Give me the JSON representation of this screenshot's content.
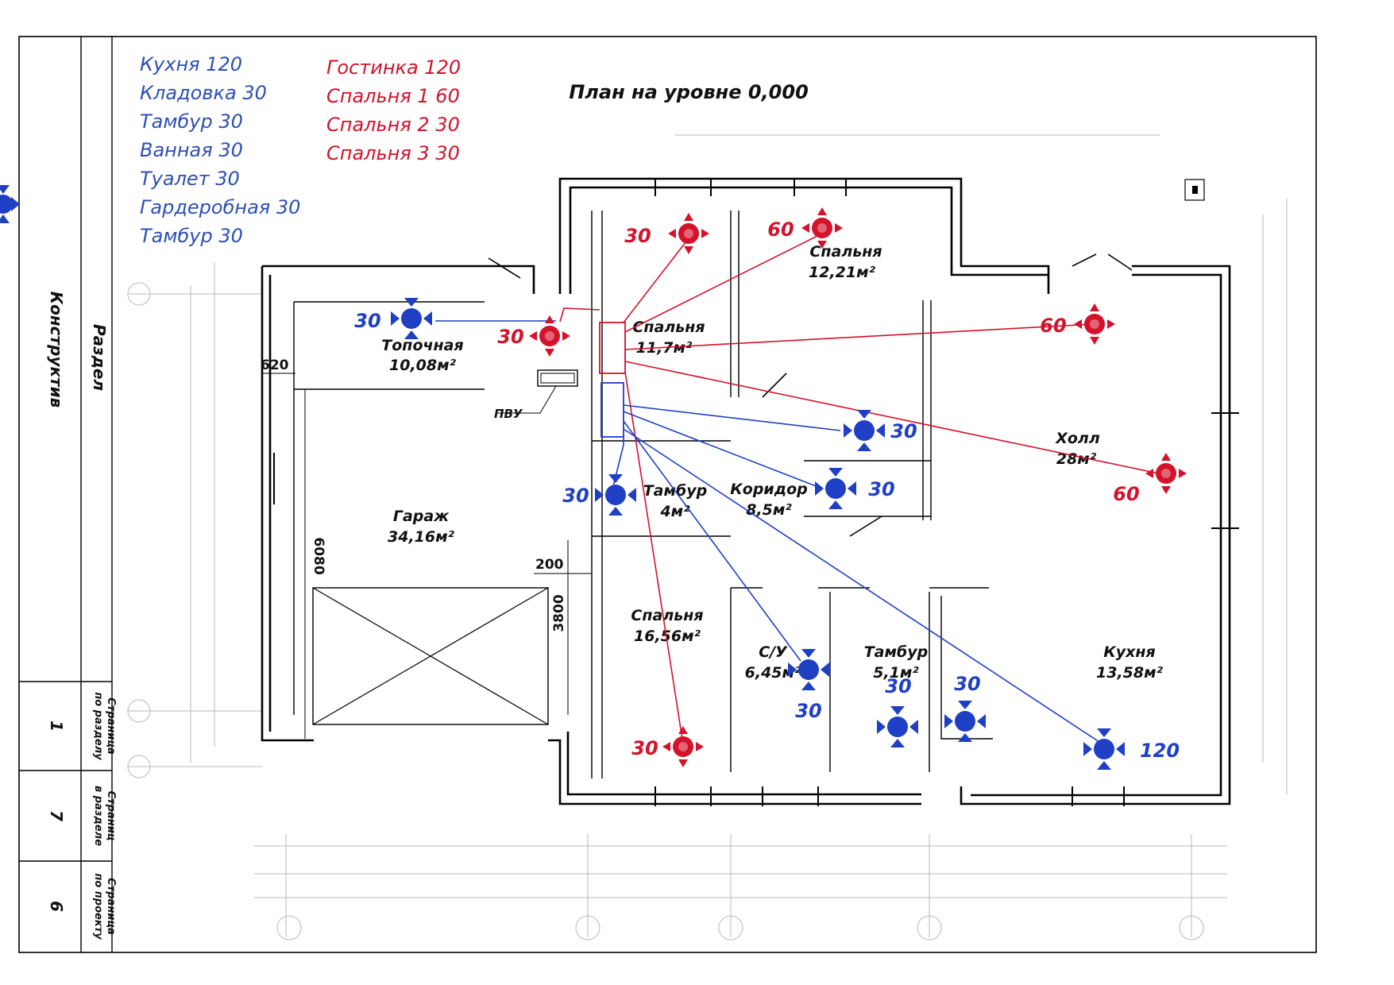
{
  "title": "План на уровне 0,000",
  "legend_supply": [
    "Кухня 120",
    "Кладовка 30",
    "Тамбур 30",
    "Ванная 30",
    "Туалет 30",
    "Гардеробная 30",
    "Тамбур 30"
  ],
  "legend_room": [
    "Гостинка 120",
    "Спальня 1 60",
    "Спальня 2 30",
    "Спальня 3 30"
  ],
  "title_block": {
    "konstruktiv": "Конструктив",
    "razdel": "Раздел",
    "cols": [
      {
        "label": "Страница по разделу",
        "value": "1"
      },
      {
        "label": "Страниц в разделе",
        "value": "7"
      },
      {
        "label": "Страница по проекту",
        "value": "6"
      }
    ]
  },
  "rooms": [
    {
      "name": "Топочная",
      "area": "10,08м²"
    },
    {
      "name": "Спальня",
      "area": "11,7м²"
    },
    {
      "name": "Спальня",
      "area": "12,21м²"
    },
    {
      "name": "Холл",
      "area": "28м²"
    },
    {
      "name": "Гараж",
      "area": "34,16м²"
    },
    {
      "name": "Тамбур",
      "area": "4м²"
    },
    {
      "name": "Коридор",
      "area": "8,5м²"
    },
    {
      "name": "Спальня",
      "area": "16,56м²"
    },
    {
      "name": "С/У",
      "area": "6,45м²"
    },
    {
      "name": "Тамбур",
      "area": "5,1м²"
    },
    {
      "name": "Кухня",
      "area": "13,58м²"
    }
  ],
  "labels": {
    "pvu": "ПВУ"
  },
  "dimensions": [
    "620",
    "6080",
    "200",
    "3800"
  ],
  "flows_red": [
    "30",
    "60",
    "30",
    "60",
    "60",
    "30"
  ],
  "flows_blue": [
    "30",
    "30",
    "30",
    "30",
    "30",
    "30",
    "30",
    "120"
  ],
  "colors": {
    "red": "#d4122a",
    "blue": "#1f3fc4",
    "legend_blue": "#2d4fb5",
    "line": "#000000"
  }
}
